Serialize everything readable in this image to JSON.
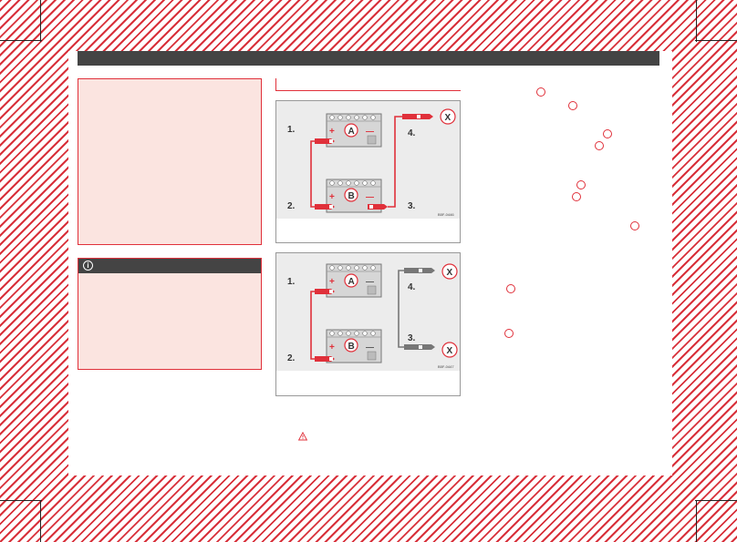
{
  "figures": [
    {
      "code": "B5F-0446",
      "battery_a_label": "A",
      "battery_b_label": "B",
      "step_labels": [
        "1.",
        "2.",
        "3.",
        "4."
      ],
      "clamp_x_label": "X",
      "plus_sign": "+",
      "minus_sign": "—"
    },
    {
      "code": "B5F-0447",
      "battery_a_label": "A",
      "battery_b_label": "B",
      "step_labels": [
        "1.",
        "2.",
        "3.",
        "4."
      ],
      "clamp_x_label": "X",
      "plus_sign": "+",
      "minus_sign": "—"
    }
  ],
  "note_icon": "i",
  "colors": {
    "accent": "#e0303a",
    "dark": "#444444",
    "box_fill": "#fbe4e0",
    "cable_red": "#e0303a",
    "cable_grey": "#777777"
  },
  "icons": [
    "info-icon",
    "warning-triangle-icon",
    "callout-circle-icon"
  ]
}
